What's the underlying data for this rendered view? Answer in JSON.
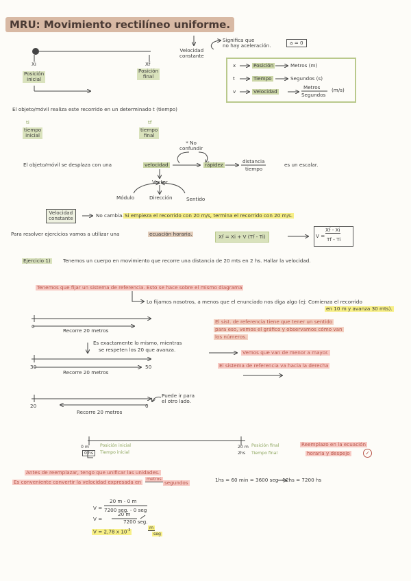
{
  "title": "MRU: Movimiento rectilíneo uniforme.",
  "top": {
    "xi": "Xi",
    "xf": "Xf",
    "pos_inicial": "Posición\ninicial",
    "pos_final": "Posición\nfinal",
    "vel_constante": "Velocidad\nconstante",
    "significa": "Significa que\nno hay aceleración.",
    "a0": "a = 0"
  },
  "units_box": {
    "rows": [
      {
        "sym": "x",
        "name": "Posición",
        "unit": "Metros (m)"
      },
      {
        "sym": "t",
        "name": "Tiempo",
        "unit": "Segundos (s)"
      },
      {
        "sym": "v",
        "name": "Velocidad",
        "unit_top": "Metros",
        "unit_bottom": "Segundos",
        "unit_abbr": "(m/s)"
      }
    ]
  },
  "texts": {
    "objeto_recorrido": "El objeto/móvil realiza este recorrido en un determinado t (tiempo)",
    "ti": "ti",
    "tf": "tf",
    "tiempo_inicial": "tiempo\ninicial",
    "tiempo_final": "tiempo\nfinal",
    "no_confundir": "* No\nconfundir",
    "objeto_desplaza": "El objeto/móvil se desplaza con una",
    "velocidad": "velocidad",
    "rapidez": "rapidez",
    "distancia": "distancia",
    "tiempo": "tiempo",
    "escalar": "es un escalar.",
    "vector": "Vector",
    "modulo": "Módulo",
    "direccion": "Dirección",
    "sentido": "Sentido",
    "vel_constante2": "Velocidad\nconstante",
    "no_cambia": "No cambia.",
    "si_empieza": "Si empieza el recorrido con 20 m/s, termina el recorrido con 20 m/s.",
    "para_resolver": "Para resolver ejercicios vamos a utilizar una",
    "ecuacion_horaria": "ecuación horaria.",
    "eq1": "Xf = Xi + V (Tf - Ti)",
    "eq2_v": "V =",
    "eq2_num": "Xf - Xi",
    "eq2_den": "Tf - Ti",
    "ejercicio": "Ejercicio 1)",
    "ejercicio_text": "Tenemos un cuerpo en movimiento que recorre una distancia de 20 mts en 2 hs. Hallar la velocidad.",
    "fijar": "Tenemos que fijar un sistema de referencia. Esto se hace sobre el mismo diagrama",
    "lo_fijamos": "Lo fijamos nosotros, a menos que el enunciado nos diga algo (ej: Comienza el recorrido",
    "lo_fijamos2": "en 10 m y avanza 30 mts).",
    "recorre20": "Recorre 20 metros",
    "es_exactamente": "Es exactamente lo mismo, mientras",
    "es_exactamente2": "se respeten los 20 que avanza.",
    "sist_ref_1": "El sist. de referencia tiene que tener un sentido",
    "sist_ref_2": "para eso, vemos el gráfico y observamos cómo van",
    "sist_ref_3": "los números.",
    "menor_mayor": "Vemos que van de menor a mayor.",
    "sist_derecha": "El sistema de referencia va hacia la derecha",
    "puede_ir": "Puede ir para\nel otro lado.",
    "n0": "0",
    "n20": "20",
    "n30": "30",
    "n50": "50",
    "l0m": "0 m",
    "l0hs": "0 hs",
    "pos_inicial": "Posición inicial",
    "tiempo_inicial2": "Tiempo inicial",
    "l20m": "20 m",
    "l2hs": "2hs",
    "pos_final": "Posición final",
    "tiempo_final2": "Tiempo final",
    "reemplazo_1": "Reemplazo en la ecuación",
    "reemplazo_2": "horaria y despejo",
    "antes_1": "Antes de reemplazar, tengo que unificar las unidades.",
    "antes_2a": "Es conveniente convertir la velocidad expresada en",
    "antes_2_metros": "metros",
    "antes_2_segundos": "segundos",
    "conversion": "1hs = 60 min = 3600 seg → 2hs = 7200 hs",
    "calc1_num": "20 m - 0 m",
    "calc1_den": "7200 seg. - 0 seg",
    "calc1_v": "V =",
    "calc2_v": "V =",
    "calc2_num": "20 m",
    "calc2_den": "7200 seg.",
    "result": "V = 2,78 x 10",
    "result_exp": "-3",
    "result_unit_top": "m",
    "result_unit_bot": "seg"
  }
}
